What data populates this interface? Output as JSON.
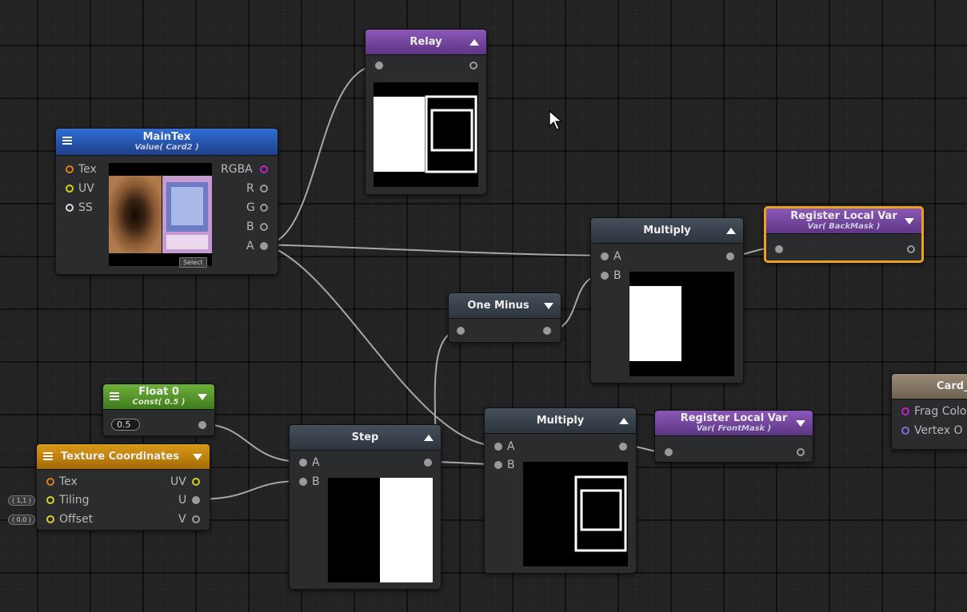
{
  "relay": {
    "title": "Relay"
  },
  "maintex": {
    "title": "MainTex",
    "subtitle": "Value( Card2 )",
    "inputs": {
      "tex": "Tex",
      "uv": "UV",
      "ss": "SS"
    },
    "outputs": {
      "rgba": "RGBA",
      "r": "R",
      "g": "G",
      "b": "B",
      "a": "A"
    },
    "select_label": "Select"
  },
  "multiply_top": {
    "title": "Multiply",
    "in_a": "A",
    "in_b": "B"
  },
  "register_back": {
    "title": "Register Local Var",
    "subtitle": "Var( BackMask )"
  },
  "one_minus": {
    "title": "One Minus"
  },
  "float0": {
    "title": "Float 0",
    "subtitle": "Const( 0.5 )",
    "value": "0.5"
  },
  "texcoords": {
    "title": "Texture Coordinates",
    "inputs": {
      "tex": "Tex",
      "tiling": "Tiling",
      "offset": "Offset"
    },
    "outputs": {
      "uv": "UV",
      "u": "U",
      "v": "V"
    },
    "tiling_badge": "( 1,1 )",
    "offset_badge": "( 0,0 )"
  },
  "step": {
    "title": "Step",
    "in_a": "A",
    "in_b": "B"
  },
  "multiply_bottom": {
    "title": "Multiply",
    "in_a": "A",
    "in_b": "B"
  },
  "register_front": {
    "title": "Register Local Var",
    "subtitle": "Var( FrontMask )"
  },
  "card_node": {
    "title": "Card_",
    "inputs": {
      "frag": "Frag Colo",
      "vertex": "Vertex O"
    }
  },
  "colors": {
    "selected_border": "#e9a321",
    "wire": "#bdbdbd"
  }
}
